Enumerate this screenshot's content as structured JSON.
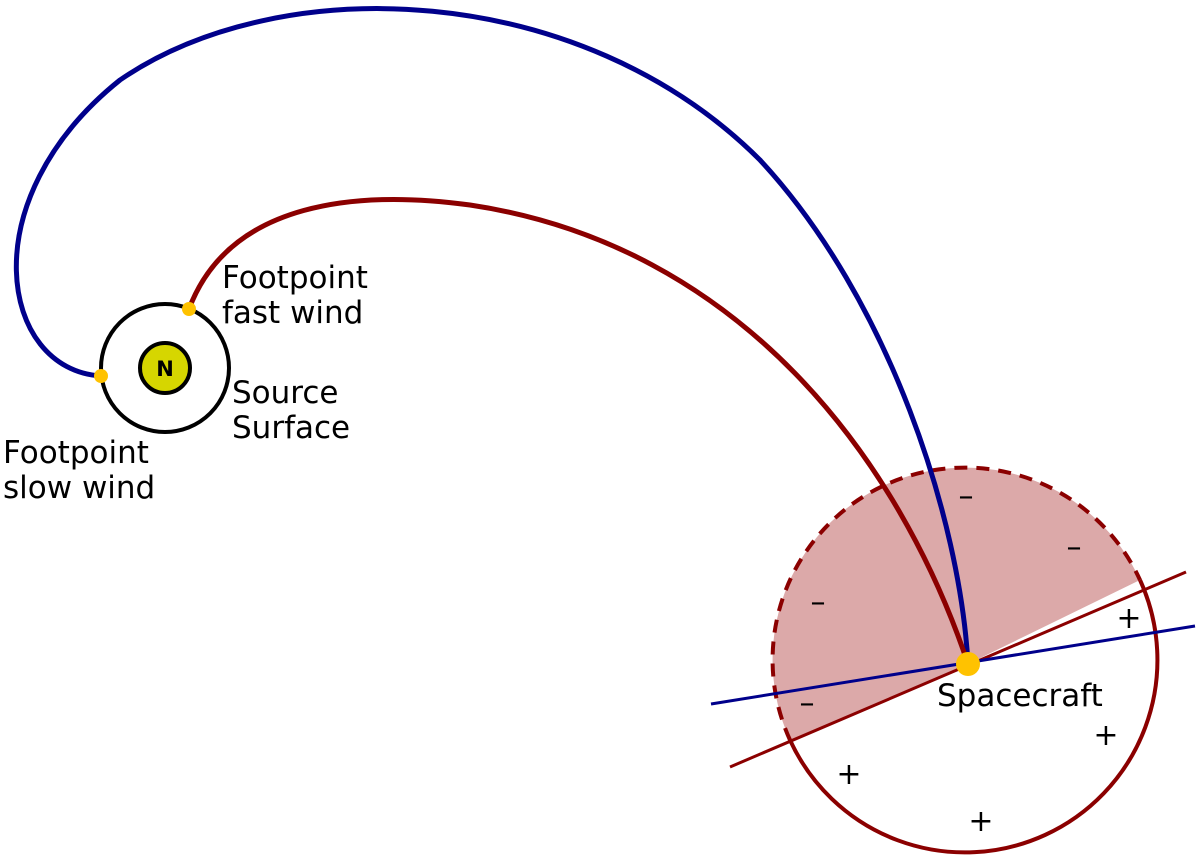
{
  "labels": {
    "footpoint_fast": [
      "Footpoint",
      "fast wind"
    ],
    "footpoint_slow": [
      "Footpoint",
      "slow wind"
    ],
    "source_surface": [
      "Source",
      "Surface"
    ],
    "spacecraft": "Spacecraft",
    "sun": "N"
  },
  "signs": {
    "minus": "–",
    "plus": "+"
  },
  "colors": {
    "fast_wind_line": "#8b0000",
    "slow_wind_line": "#00008b",
    "negative_region": "#dca9a9",
    "footpoint": "#ffc200",
    "sun_fill": "#d6d600",
    "outline": "#000000"
  }
}
